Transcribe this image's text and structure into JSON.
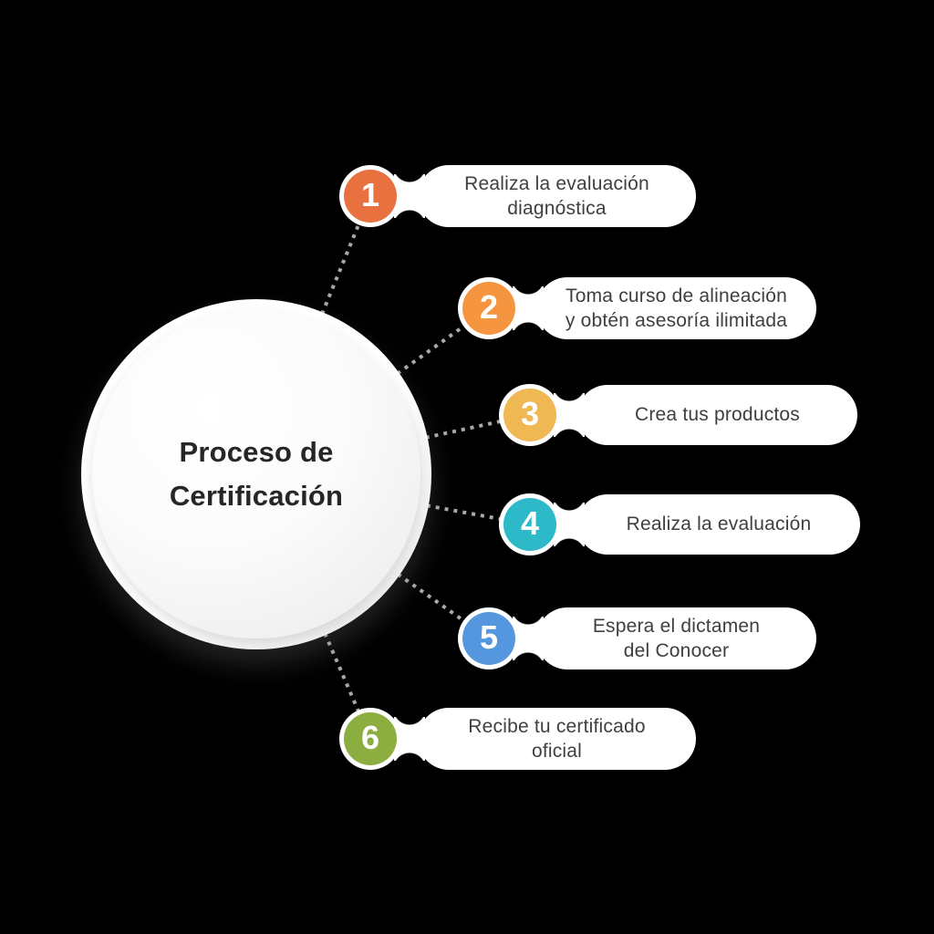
{
  "background_color": "#000000",
  "connector_color": "#a9a9a9",
  "center": {
    "title": "Proceso de\nCertificación",
    "text_color": "#262626",
    "fill_color": "#ffffff"
  },
  "steps": [
    {
      "number": "1",
      "label": "Realiza la evaluación\ndiagnóstica",
      "color": "#e8713f"
    },
    {
      "number": "2",
      "label": "Toma curso de alineación\ny obtén asesoría ilimitada",
      "color": "#f5953f"
    },
    {
      "number": "3",
      "label": "Crea tus productos",
      "color": "#efb852"
    },
    {
      "number": "4",
      "label": "Realiza la evaluación",
      "color": "#2eb9c9"
    },
    {
      "number": "5",
      "label": "Espera el dictamen\ndel Conocer",
      "color": "#5597de"
    },
    {
      "number": "6",
      "label": "Recibe tu certificado\noficial",
      "color": "#8cad3f"
    }
  ]
}
